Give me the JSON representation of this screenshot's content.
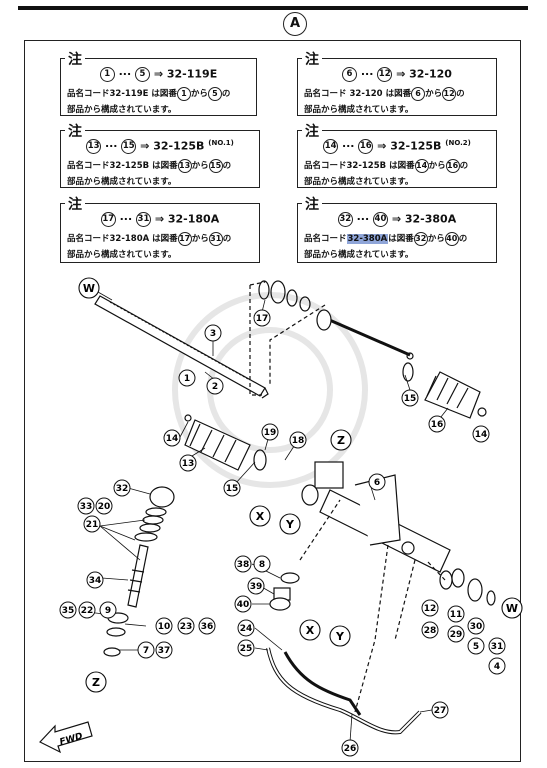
{
  "frame_label": "A",
  "notes": [
    {
      "title": "注",
      "from": "1",
      "to": "5",
      "arrow": "⇒",
      "code": "32-119E",
      "suffix": "",
      "line1_a": "品名コード",
      "line1_code": "32-119E",
      "line1_b": "は図番",
      "line1_c": "から",
      "line1_d": "の",
      "line2": "部品から構成されています。",
      "highlight": false
    },
    {
      "title": "注",
      "from": "6",
      "to": "12",
      "arrow": "⇒",
      "code": "32-120",
      "suffix": "",
      "line1_a": "品名コード",
      "line1_code": "32-120",
      "line1_b": "は図番",
      "line1_c": "から",
      "line1_d": "の",
      "line2": "部品から構成されています。",
      "highlight": false
    },
    {
      "title": "注",
      "from": "13",
      "to": "15",
      "arrow": "⇒",
      "code": "32-125B",
      "suffix": "(NO.1)",
      "line1_a": "品名コード",
      "line1_code": "32-125B",
      "line1_b": "は図番",
      "line1_c": "から",
      "line1_d": "の",
      "line2": "部品から構成されています。",
      "highlight": false
    },
    {
      "title": "注",
      "from": "14",
      "to": "16",
      "arrow": "⇒",
      "code": "32-125B",
      "suffix": "(NO.2)",
      "line1_a": "品名コード",
      "line1_code": "32-125B",
      "line1_b": "は図番",
      "line1_c": "から",
      "line1_d": "の",
      "line2": "部品から構成されています。",
      "highlight": false
    },
    {
      "title": "注",
      "from": "17",
      "to": "31",
      "arrow": "⇒",
      "code": "32-180A",
      "suffix": "",
      "line1_a": "品名コード",
      "line1_code": "32-180A",
      "line1_b": "は図番",
      "line1_c": "から",
      "line1_d": "の",
      "line2": "部品から構成されています。",
      "highlight": false
    },
    {
      "title": "注",
      "from": "32",
      "to": "40",
      "arrow": "⇒",
      "code": "32-380A",
      "suffix": "",
      "line1_a": "品名コード",
      "line1_code": "32-380A",
      "line1_b": "は図番",
      "line1_c": "から",
      "line1_d": "の",
      "line2": "部品から構成されています。",
      "highlight": true
    }
  ],
  "callouts": {
    "W1": "W",
    "W2": "W",
    "X1": "X",
    "X2": "X",
    "Y1": "Y",
    "Y2": "Y",
    "Z1": "Z",
    "Z2": "Z",
    "n1": "1",
    "n2": "2",
    "n3": "3",
    "n4": "4",
    "n5": "5",
    "n6": "6",
    "n7": "7",
    "n8": "8",
    "n9": "9",
    "n10": "10",
    "n11": "11",
    "n12": "12",
    "n13": "13",
    "n14a": "14",
    "n14b": "14",
    "n15a": "15",
    "n15b": "15",
    "n16": "16",
    "n17": "17",
    "n18": "18",
    "n19": "19",
    "n20": "20",
    "n21": "21",
    "n22": "22",
    "n23": "23",
    "n24": "24",
    "n25": "25",
    "n26": "26",
    "n27": "27",
    "n28": "28",
    "n29": "29",
    "n30": "30",
    "n31": "31",
    "n32": "32",
    "n33": "33",
    "n34": "34",
    "n35": "35",
    "n36": "36",
    "n37": "37",
    "n38": "38",
    "n39": "39",
    "n40": "40"
  },
  "fwd_label": "FWD",
  "colors": {
    "ink": "#111111",
    "highlight": "#8fa5d8",
    "watermark": "#e6e6e6"
  }
}
